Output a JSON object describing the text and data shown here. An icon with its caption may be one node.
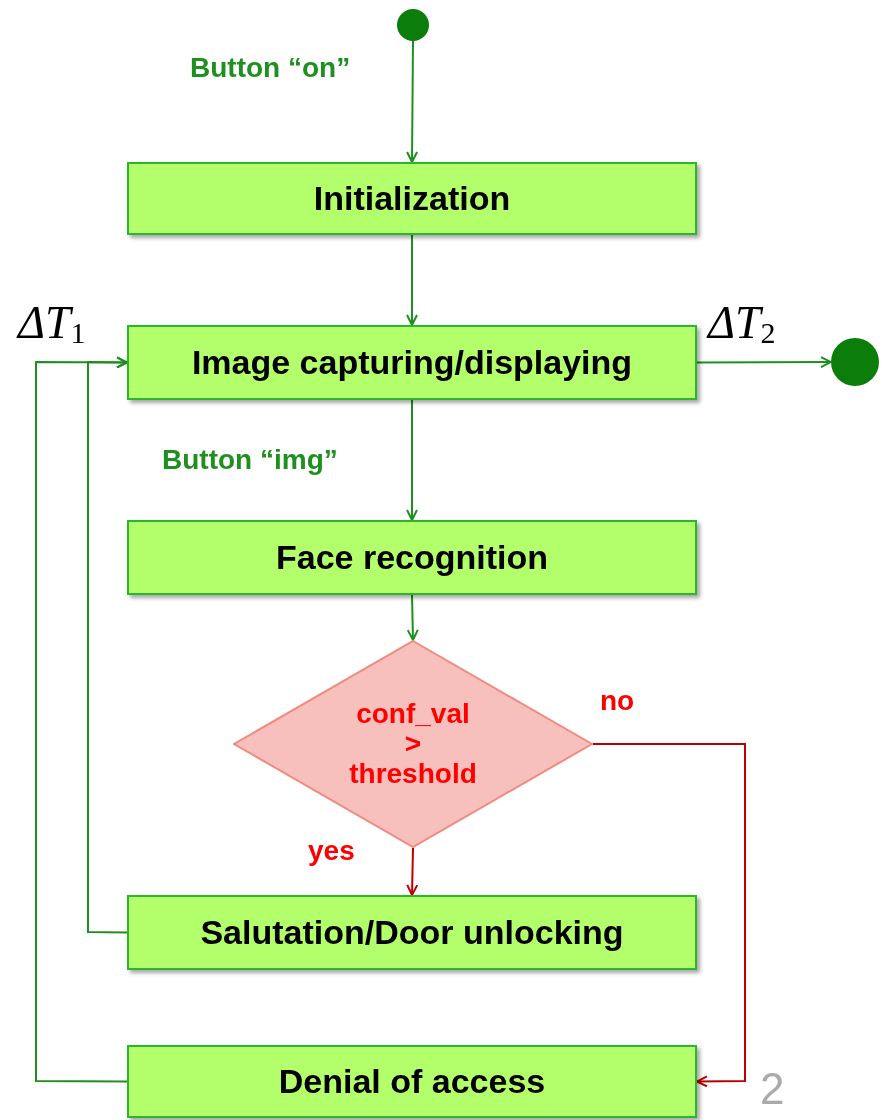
{
  "diagram": {
    "nodes": [
      {
        "text": [],
        "shape": "circle"
      },
      {
        "text": [
          "Initialization"
        ]
      },
      {
        "text": [
          "Image capturing/displaying"
        ]
      },
      {
        "text": [],
        "shape": "circle"
      },
      {
        "text": [
          "Face recognition"
        ]
      },
      {
        "text": [
          "conf_val > threshold"
        ]
      },
      {
        "text": [
          "Salutation/Door unlocking"
        ]
      },
      {
        "text": [
          "Denial of access"
        ]
      }
    ],
    "edges": [
      {
        "from": 0,
        "to": 1,
        "arrow": "to",
        "label": "Button “on”"
      },
      {
        "from": 1,
        "to": 2,
        "arrow": "to"
      },
      {
        "from": 2,
        "to": 3,
        "arrow": "to",
        "label": "ΔT$_{2}$"
      },
      {
        "from": 2,
        "to": 4,
        "arrow": "to",
        "label": "Button “img”"
      },
      {
        "from": 4,
        "to": 5,
        "arrow": "to"
      },
      {
        "from": 5,
        "to": 6,
        "arrow": "to",
        "label": "yes",
        "color": "#c00000"
      },
      {
        "from": 5,
        "to": 7,
        "arrow": "to",
        "label": "no",
        "color": "#c00000"
      },
      {
        "from": 6,
        "to": 2,
        "arrow": "to"
      },
      {
        "from": 7,
        "to": 2,
        "arrow": "to"
      }
    ],
    "labels": [
      "ΔT$_{1}$",
      "2"
    ]
  }
}
